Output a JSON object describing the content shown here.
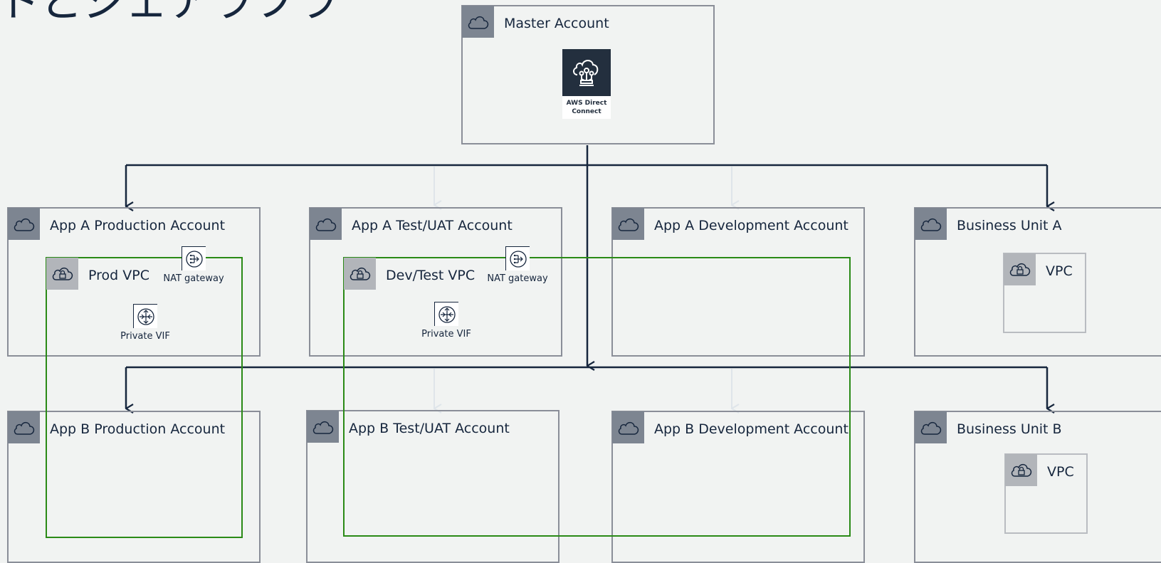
{
  "heading": "トとジェアラフラ",
  "master": {
    "title": "Master Account",
    "service_label_line1": "AWS Direct",
    "service_label_line2": "Connect"
  },
  "row1": {
    "app_a_prod": "App A Production Account",
    "app_a_test": "App A Test/UAT Account",
    "app_a_dev": "App A Development Account",
    "bu_a": "Business Unit A"
  },
  "row2": {
    "app_b_prod": "App B Production Account",
    "app_b_test": "App B Test/UAT Account",
    "app_b_dev": "App B Development Account",
    "bu_b": "Business Unit B"
  },
  "vpcs": {
    "prod": "Prod VPC",
    "devtest": "Dev/Test VPC",
    "bu_a": "VPC",
    "bu_b": "VPC"
  },
  "resources": {
    "nat1": "NAT gateway",
    "nat2": "NAT gateway",
    "vif1": "Private VIF",
    "vif2": "Private VIF"
  },
  "colors": {
    "account_border": "#8a8e98",
    "vpc_border": "#2a8a16",
    "arrow": "#16263d",
    "background": "#f1f3f2"
  },
  "icons": [
    "cloud-icon",
    "cloud-lock-icon",
    "nat-gateway-icon",
    "private-vif-icon",
    "direct-connect-icon"
  ]
}
